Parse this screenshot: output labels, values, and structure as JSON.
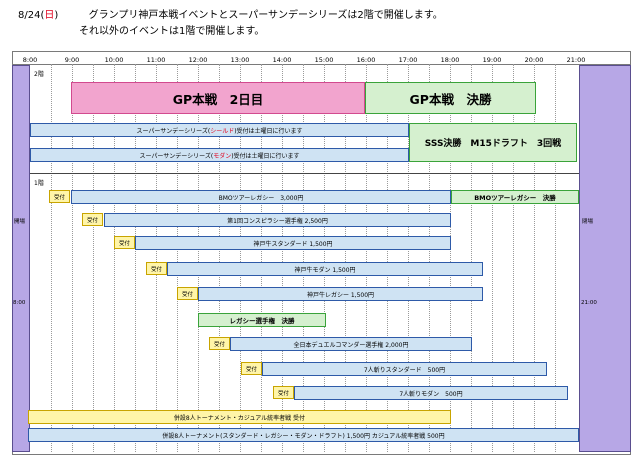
{
  "header": {
    "date_prefix": "8/24(",
    "date_day": "日",
    "date_suffix": ")",
    "line1": "グランプリ神戸本戦イベントとスーパーサンデーシリーズは2階で開催します。",
    "line2": "それ以外のイベントは1階で開催します。"
  },
  "timeline": {
    "ticks": [
      "8:00",
      "9:00",
      "10:00",
      "11:00",
      "12:00",
      "13:00",
      "14:00",
      "15:00",
      "16:00",
      "17:00",
      "18:00",
      "19:00",
      "20:00",
      "21:00"
    ],
    "open_label": "開場",
    "close_label": "閉場",
    "open_time": "8:00",
    "close_time": "21:00"
  },
  "floors": {
    "second": "2階",
    "first": "1階"
  },
  "events": {
    "gp_day2": "GP本戦　2日目",
    "gp_final": "GP本戦　決勝",
    "ss_shield": [
      "スーパーサンデーシリーズ(",
      "シールド",
      ")受付は土曜日に行います"
    ],
    "ss_modern": [
      "スーパーサンデーシリーズ(",
      "モダン",
      ")受付は土曜日に行います"
    ],
    "sss_final": "SSS決勝　M15ドラフト　3回戦",
    "reception": "受付",
    "bmo": "BMOツアーレガシー　3,000円",
    "bmo_final": "BMOツアーレガシー　決勝",
    "conspiracy": "第1回コンスピラシー選手権 2,500円",
    "kobe_standard": "神戸牛スタンダード 1,500円",
    "kobe_modern": "神戸牛モダン 1,500円",
    "kobe_legacy": "神戸牛レガシー 1,500円",
    "legacy_final": "レガシー選手権　決勝",
    "duel_commander": "全日本デュエルコマンダー選手権 2,000円",
    "seven_standard": "7人斬りスタンダード　500円",
    "seven_modern": "7人斬りモダン　500円",
    "casual_reception": "併設8人トーナメント・カジュアル統率者戦 受付",
    "casual": "併設8人トーナメント(スタンダード・レガシー・モダン・ドラフト) 1,500円 カジュアル統率者戦 500円"
  },
  "colors": {
    "accent_red": "#e0001b",
    "gp_pink": "#f2a4ce",
    "final_green": "#d5f0cf",
    "event_blue": "#cfe3f3",
    "reception_yellow": "#fff5a8",
    "venue_purple": "#b7a7e6"
  }
}
